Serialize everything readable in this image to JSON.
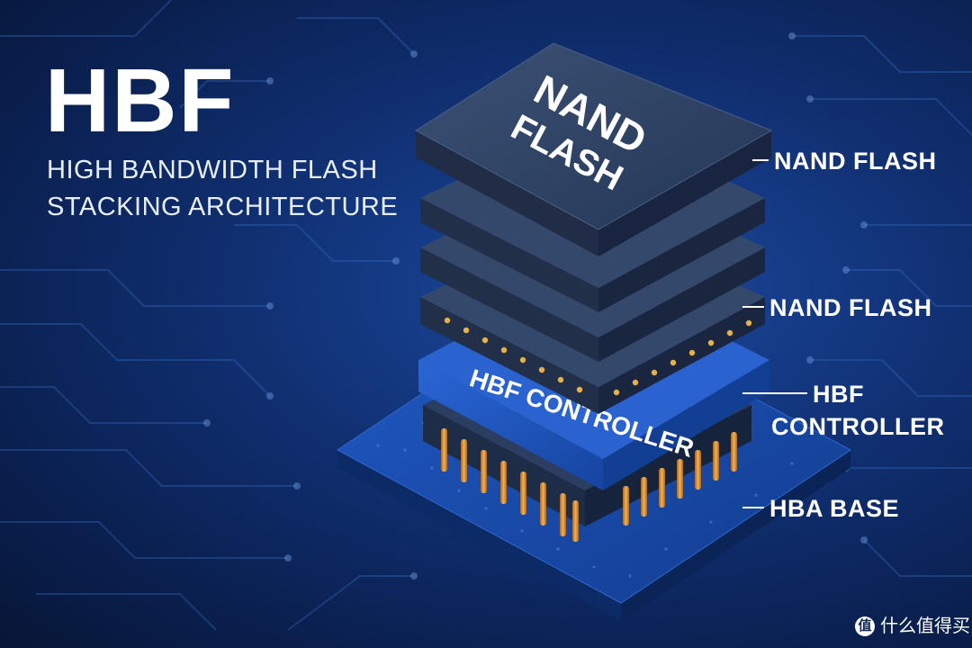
{
  "header": {
    "title": "HBF",
    "subtitle_line1": "HIGH BANDWIDTH FLASH",
    "subtitle_line2": "STACKING ARCHITECTURE"
  },
  "chip_labels": {
    "top_die_line1": "NAND",
    "top_die_line2": "FLASH",
    "controller": "HBF CONTROLLER"
  },
  "callouts": {
    "top_nand": "NAND FLASH",
    "lower_nand": "NAND FLASH",
    "controller_line1": "HBF",
    "controller_line2": "CONTROLLER",
    "base": "HBA BASE"
  },
  "watermark": {
    "text": "什么值得买",
    "icon": "值"
  },
  "colors": {
    "background": "#0b2352",
    "nand_die": "#2c3d5c",
    "controller": "#1a50b8",
    "base": "#1747a6",
    "contacts": "#e8b04a"
  }
}
